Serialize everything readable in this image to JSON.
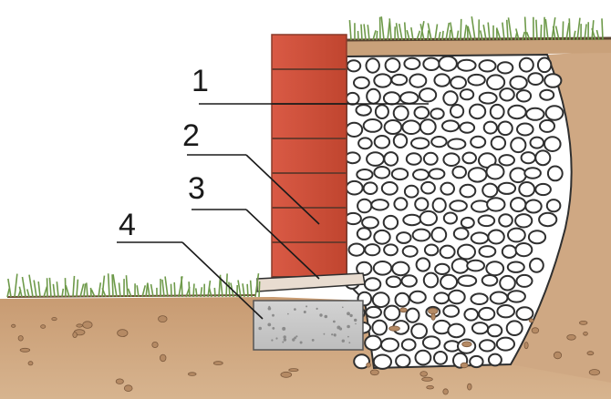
{
  "callouts": [
    {
      "number": "1"
    },
    {
      "number": "2"
    },
    {
      "number": "3"
    },
    {
      "number": "4"
    }
  ],
  "colors": {
    "soil": "#c9a17a",
    "soil_dark": "#a87e5a",
    "grass": "#6e9a4a",
    "brick": "#d1533f",
    "brick_dark": "#a8382b",
    "rubble_stone": "#ffffff",
    "rubble_joint": "#2f2f2f",
    "concrete": "#c9c9c9",
    "ink": "#1a1a1a"
  }
}
